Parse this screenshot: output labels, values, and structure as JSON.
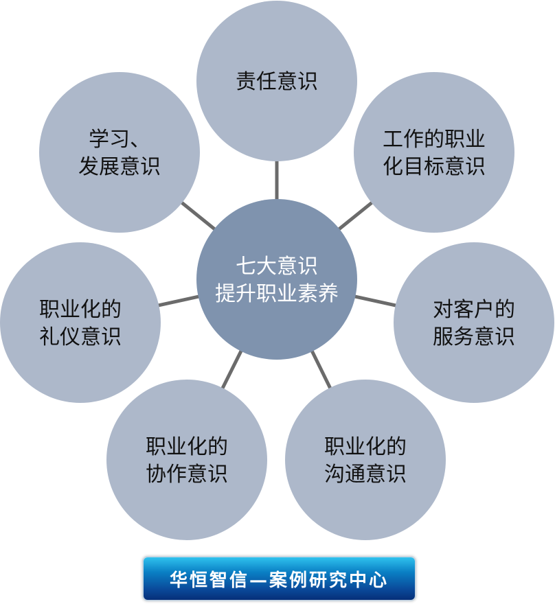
{
  "center": {
    "lines": [
      "七大意识",
      "提升职业素养"
    ]
  },
  "nodes": [
    {
      "lines": [
        "责任意识"
      ]
    },
    {
      "lines": [
        "工作的职业",
        "化目标意识"
      ]
    },
    {
      "lines": [
        "对客户的",
        "服务意识"
      ]
    },
    {
      "lines": [
        "职业化的",
        "沟通意识"
      ]
    },
    {
      "lines": [
        "职业化的",
        "协作意识"
      ]
    },
    {
      "lines": [
        "职业化的",
        "礼仪意识"
      ]
    },
    {
      "lines": [
        "学习、",
        "发展意识"
      ]
    }
  ],
  "footer": {
    "label": "华恒智信—案例研究中心"
  },
  "colors": {
    "outer": "#adb8ca",
    "center": "#7f93ae",
    "connector": "#6b6b6b"
  }
}
